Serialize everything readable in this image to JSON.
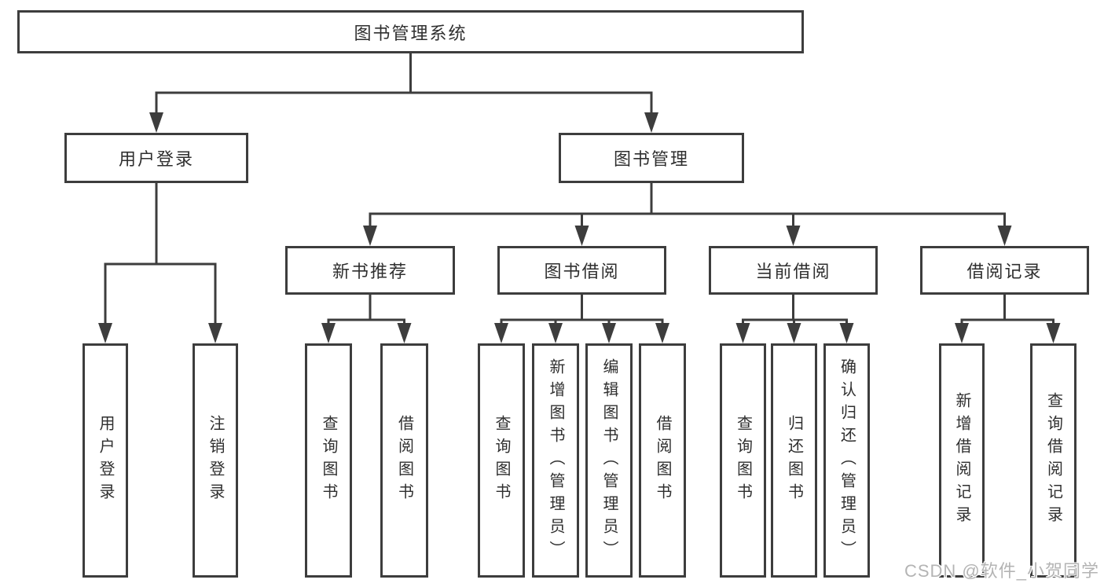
{
  "diagram": {
    "title": "图书管理系统",
    "nodes": [
      {
        "id": "root",
        "label": "图书管理系统",
        "parent": null
      },
      {
        "id": "user-login",
        "label": "用户登录",
        "parent": "root"
      },
      {
        "id": "book-mgmt",
        "label": "图书管理",
        "parent": "root"
      },
      {
        "id": "login",
        "label": "用户登录",
        "parent": "user-login"
      },
      {
        "id": "logout",
        "label": "注销登录",
        "parent": "user-login"
      },
      {
        "id": "new-book-rec",
        "label": "新书推荐",
        "parent": "book-mgmt"
      },
      {
        "id": "book-borrow",
        "label": "图书借阅",
        "parent": "book-mgmt"
      },
      {
        "id": "current-borrow",
        "label": "当前借阅",
        "parent": "book-mgmt"
      },
      {
        "id": "borrow-records",
        "label": "借阅记录",
        "parent": "book-mgmt"
      },
      {
        "id": "query-book-1",
        "label": "查询图书",
        "parent": "new-book-rec"
      },
      {
        "id": "borrow-book-1",
        "label": "借阅图书",
        "parent": "new-book-rec"
      },
      {
        "id": "query-book-2",
        "label": "查询图书",
        "parent": "book-borrow"
      },
      {
        "id": "add-book",
        "label": "新增图书（管理员）",
        "parent": "book-borrow"
      },
      {
        "id": "edit-book",
        "label": "编辑图书（管理员）",
        "parent": "book-borrow"
      },
      {
        "id": "borrow-book-2",
        "label": "借阅图书",
        "parent": "book-borrow"
      },
      {
        "id": "query-book-3",
        "label": "查询图书",
        "parent": "current-borrow"
      },
      {
        "id": "return-book",
        "label": "归还图书",
        "parent": "current-borrow"
      },
      {
        "id": "confirm-return",
        "label": "确认归还（管理员）",
        "parent": "current-borrow"
      },
      {
        "id": "add-borrow-record",
        "label": "新增借阅记录",
        "parent": "borrow-records"
      },
      {
        "id": "query-borrow-record",
        "label": "查询借阅记录",
        "parent": "borrow-records"
      }
    ]
  },
  "watermark": {
    "text": "CSDN @软件_小贺同学"
  },
  "colors": {
    "line": "#3d3d3d",
    "text": "#2f2f2f",
    "box_background": "#ffffff",
    "watermark": "#b4b4b4",
    "background": "#ffffff"
  }
}
